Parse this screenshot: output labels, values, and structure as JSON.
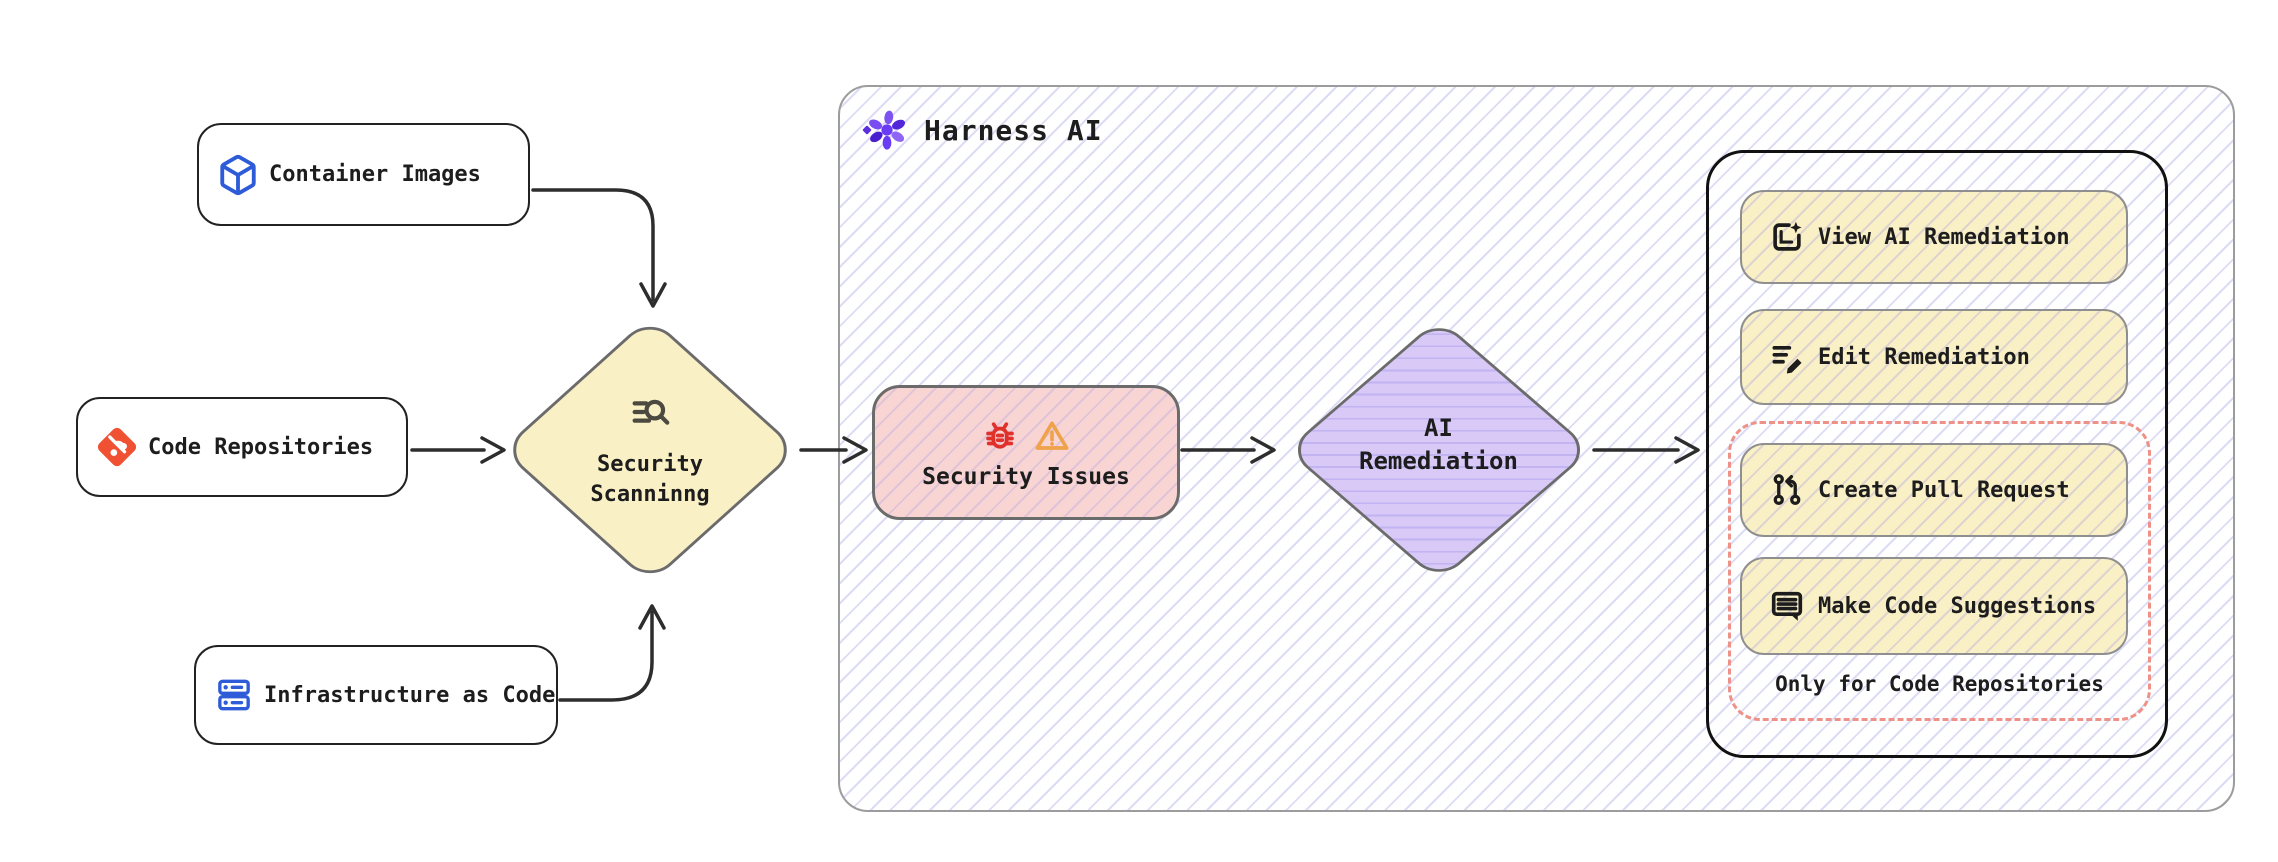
{
  "colors": {
    "hatch": "#dcdcf5",
    "node-yellow": "#faf0c6",
    "node-pink": "#f8d5d3",
    "node-purple": "#d8c9f7",
    "dashed-red": "#ee9189",
    "arrow": "#2d2d2d",
    "icon-blue": "#2e5bd8",
    "git-orange": "#f05133",
    "bug-red": "#e0312b",
    "warn-orange": "#f0a24a",
    "harness-purple": "#6a3bf5",
    "text": "#1d1d1d"
  },
  "sources": [
    {
      "label": "Container Images",
      "icon": "cube-icon"
    },
    {
      "label": "Code Repositories",
      "icon": "git-icon"
    },
    {
      "label": "Infrastructure as Code",
      "icon": "server-stack-icon"
    }
  ],
  "scanner": {
    "line1": "Security",
    "line2": "Scanninng",
    "icon": "search-list-icon"
  },
  "harness": {
    "title": "Harness AI",
    "icon": "harness-ai-logo"
  },
  "issues": {
    "label": "Security Issues",
    "icons": [
      "bug-icon",
      "warning-icon"
    ]
  },
  "remediation": {
    "line1": "AI",
    "line2": "Remediation"
  },
  "actions": {
    "view_label": "View AI Remediation",
    "edit_label": "Edit Remediation",
    "create_pr_label": "Create Pull Request",
    "suggest_label": "Make Code Suggestions",
    "note": "Only for Code Repositories"
  }
}
